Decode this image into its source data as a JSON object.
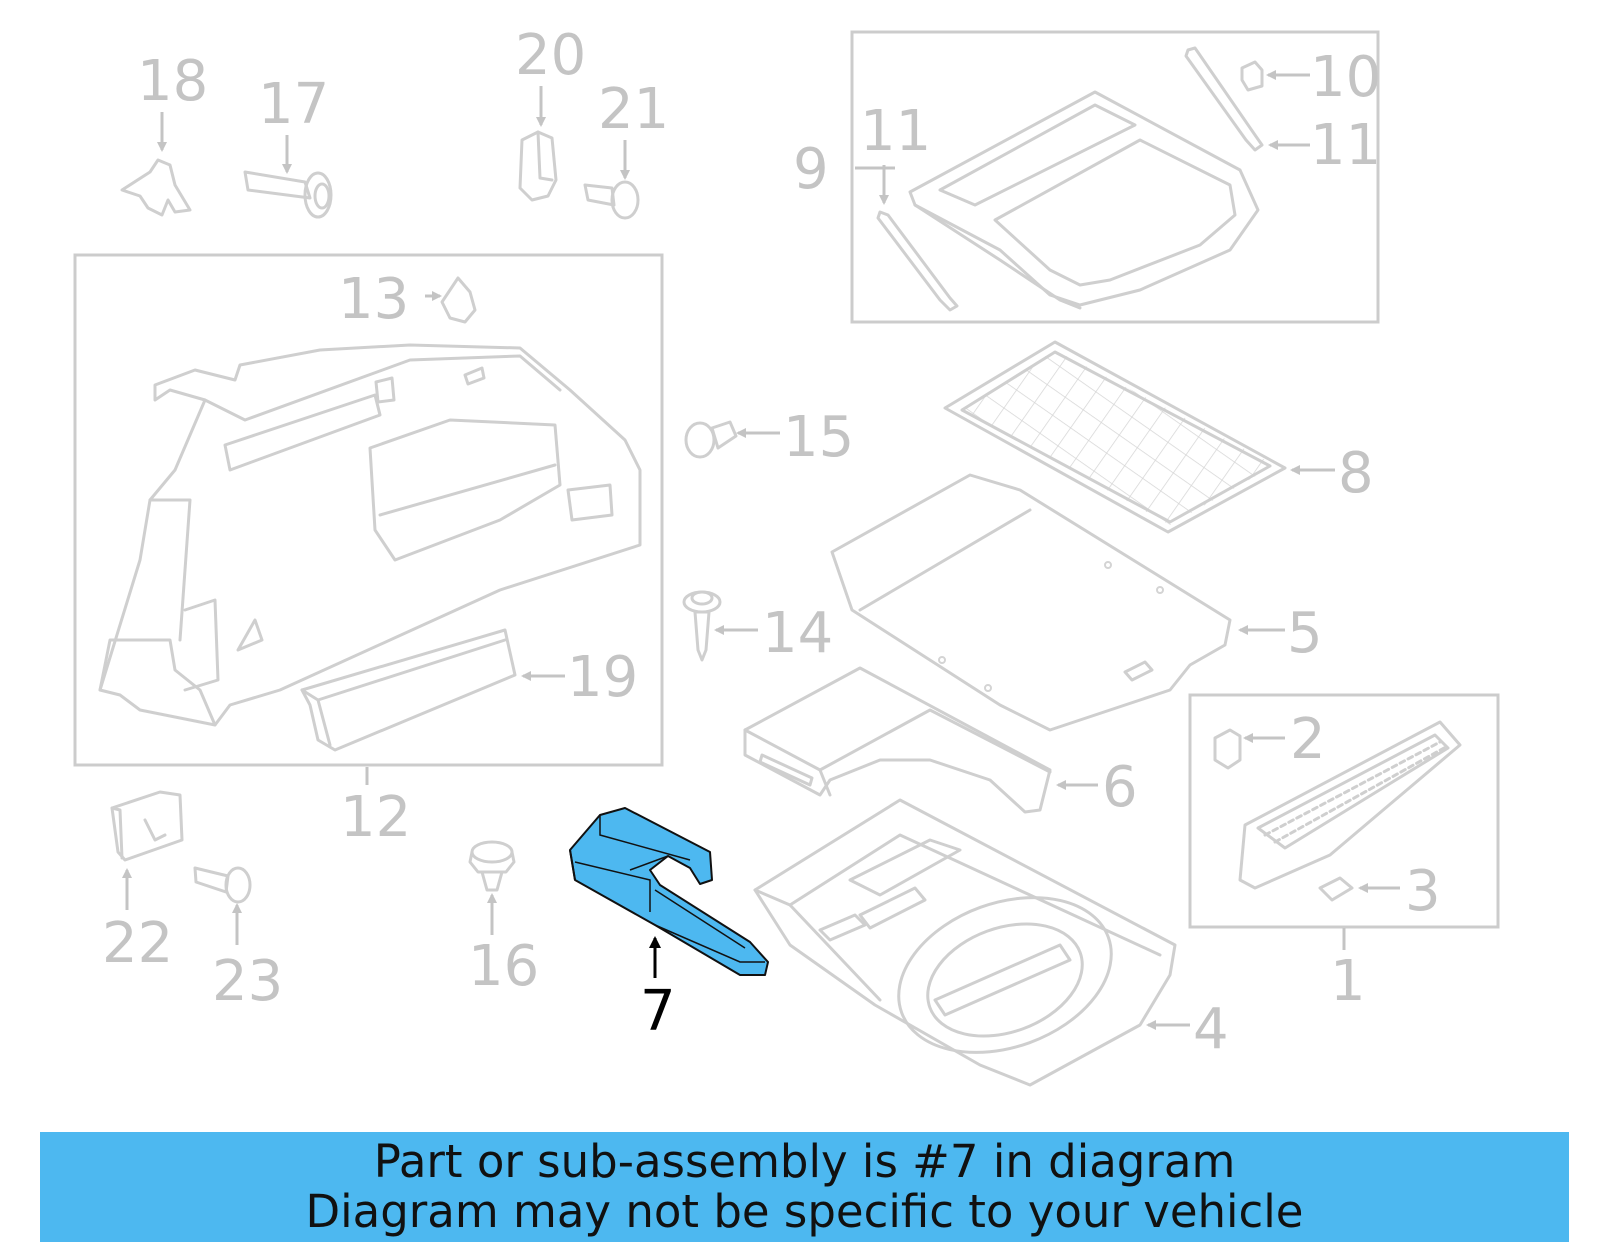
{
  "diagram": {
    "highlighted_part": "7",
    "highlight_color": "#4db8f0",
    "callouts": {
      "c1": "1",
      "c2": "2",
      "c3": "3",
      "c4": "4",
      "c5": "5",
      "c6": "6",
      "c7": "7",
      "c8": "8",
      "c9": "9",
      "c10": "10",
      "c11a": "11",
      "c11b": "11",
      "c12": "12",
      "c13": "13",
      "c14": "14",
      "c15": "15",
      "c16": "16",
      "c17": "17",
      "c18": "18",
      "c19": "19",
      "c20": "20",
      "c21": "21",
      "c22": "22",
      "c23": "23"
    }
  },
  "banner": {
    "line1": "Part or sub-assembly is #7 in diagram",
    "line2": "Diagram may not be specific to your vehicle",
    "color": "#4db8f0"
  }
}
